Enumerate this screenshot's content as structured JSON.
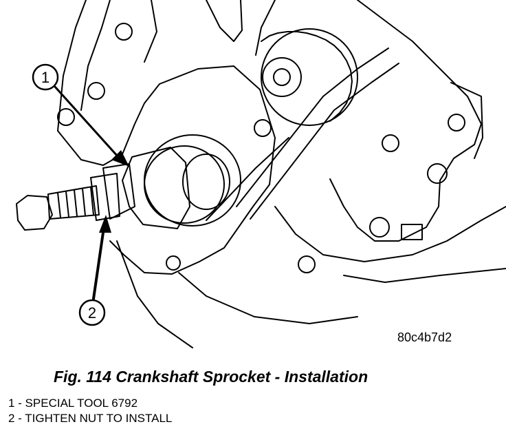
{
  "figure": {
    "caption": "Fig. 114 Crankshaft Sprocket - Installation",
    "image_id": "80c4b7d2"
  },
  "callouts": [
    {
      "number": "1"
    },
    {
      "number": "2"
    }
  ],
  "legend": [
    {
      "text": "1 - SPECIAL TOOL 6792"
    },
    {
      "text": "2 - TIGHTEN NUT TO INSTALL"
    }
  ]
}
